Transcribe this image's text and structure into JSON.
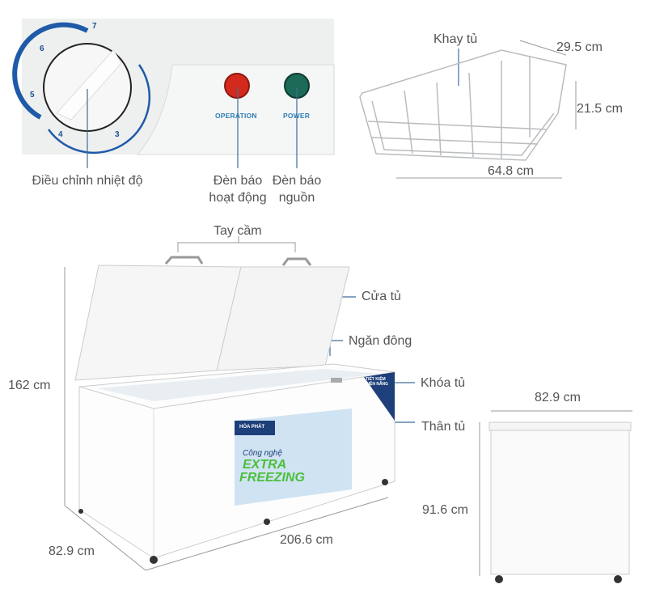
{
  "control_panel": {
    "dial_numbers": [
      "7",
      "6",
      "5",
      "4",
      "3"
    ],
    "operation_light_label": "OPERATION",
    "power_light_label": "POWER",
    "dial_callout": "Điều chỉnh nhiệt độ",
    "operation_callout_line1": "Đèn báo",
    "operation_callout_line2": "hoạt động",
    "power_callout_line1": "Đèn báo",
    "power_callout_line2": "nguồn",
    "operation_color": "#d42a1e",
    "power_color": "#1c6b58"
  },
  "basket": {
    "label": "Khay tủ",
    "depth": "29.5 cm",
    "height": "21.5 cm",
    "width": "64.8 cm"
  },
  "freezer": {
    "handle_label": "Tay cầm",
    "door_label": "Cửa tủ",
    "compartment_label": "Ngăn đông",
    "lock_label": "Khóa tủ",
    "body_label": "Thân tủ",
    "height": "162 cm",
    "depth": "82.9 cm",
    "width": "206.6 cm",
    "badge_text": "TIẾT KIỆM ĐIỆN NĂNG",
    "poster_line1": "Công nghệ",
    "poster_line2": "EXTRA",
    "poster_line3": "FREEZING",
    "brand": "HÒA PHÁT"
  },
  "side_view": {
    "width": "82.9 cm",
    "height": "91.6 cm"
  }
}
